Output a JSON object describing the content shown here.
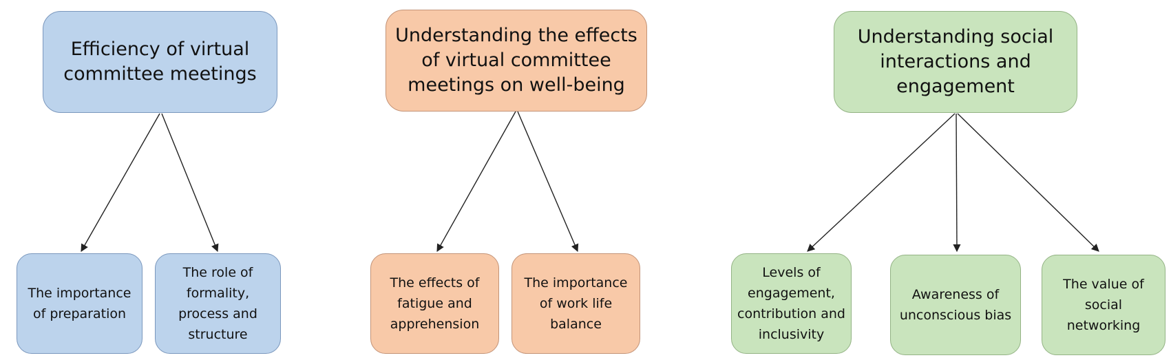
{
  "themes": [
    {
      "title": "Efficiency of virtual committee meetings",
      "color": "#bcd3ec",
      "subthemes": [
        {
          "label": "The importance of preparation"
        },
        {
          "label": "The role of formality, process and structure"
        }
      ]
    },
    {
      "title": "Understanding the effects of virtual committee meetings on well-being",
      "color": "#f8c9a8",
      "subthemes": [
        {
          "label": "The effects of fatigue and apprehension"
        },
        {
          "label": "The importance of work life balance"
        }
      ]
    },
    {
      "title": "Understanding social interactions and engagement",
      "color": "#c9e4bd",
      "subthemes": [
        {
          "label": "Levels of engagement, contribution and inclusivity"
        },
        {
          "label": "Awareness of unconscious bias"
        },
        {
          "label": "The value of social networking"
        }
      ]
    }
  ]
}
